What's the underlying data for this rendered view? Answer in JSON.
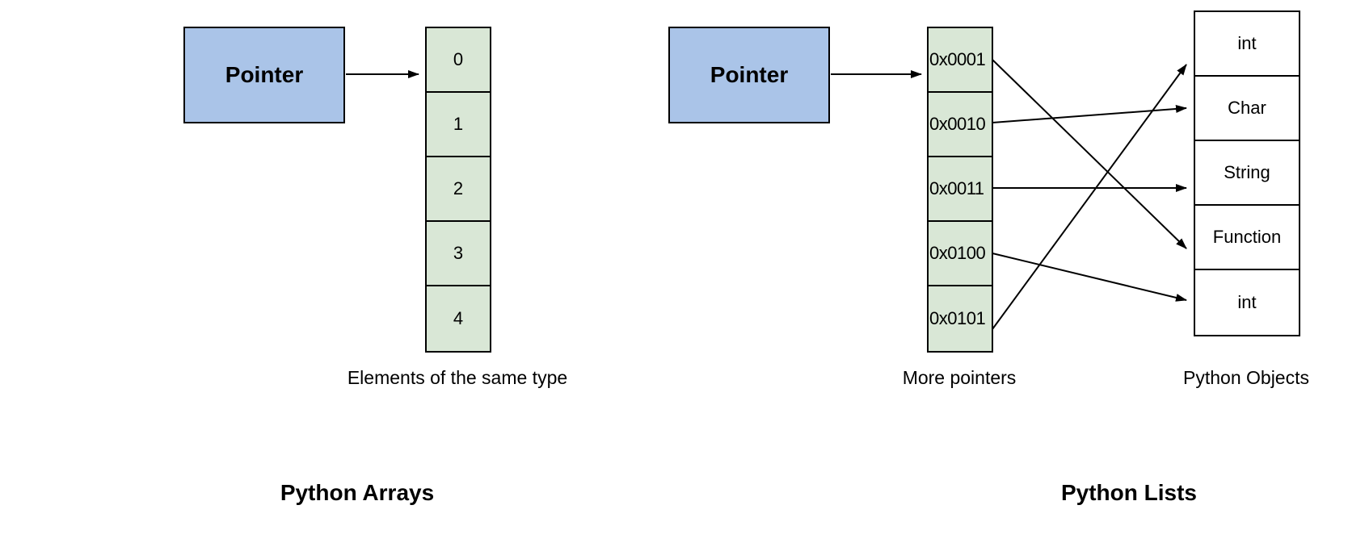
{
  "colors": {
    "canvas_bg": "#ffffff",
    "pointer_fill": "#aac4e8",
    "cell_fill": "#d9e7d6",
    "object_fill": "#ffffff",
    "stroke": "#000000"
  },
  "arrays_panel": {
    "pointer_label": "Pointer",
    "cells": [
      "0",
      "1",
      "2",
      "3",
      "4"
    ],
    "caption": "Elements of the same type",
    "title": "Python Arrays"
  },
  "lists_panel": {
    "pointer_label": "Pointer",
    "pointer_cells": [
      "0x0001",
      "0x0010",
      "0x0011",
      "0x0100",
      "0x0101"
    ],
    "objects": [
      "int",
      "Char",
      "String",
      "Function",
      "int"
    ],
    "pointer_caption": "More pointers",
    "objects_caption": "Python Objects",
    "title": "Python Lists",
    "connections": [
      {
        "from_index": 0,
        "from": "0x0001",
        "to_index": 3,
        "to": "Function"
      },
      {
        "from_index": 1,
        "from": "0x0010",
        "to_index": 1,
        "to": "Char"
      },
      {
        "from_index": 2,
        "from": "0x0011",
        "to_index": 2,
        "to": "String"
      },
      {
        "from_index": 3,
        "from": "0x0100",
        "to_index": 4,
        "to": "int"
      },
      {
        "from_index": 4,
        "from": "0x0101",
        "to_index": 0,
        "to": "int"
      }
    ]
  }
}
